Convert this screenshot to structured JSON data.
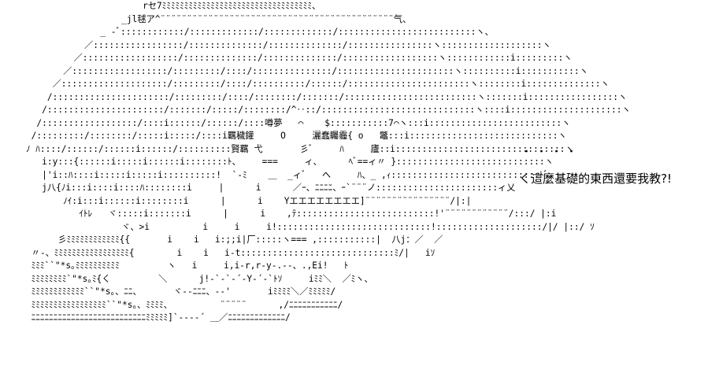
{
  "ascii_art": {
    "lines": [
      "                          rセ7ﾐﾐﾐﾐﾐﾐﾐﾐﾐﾐﾐﾐﾐﾐﾐﾐﾐﾐﾐﾐﾐﾐﾐﾐﾐﾐﾐﾐﾐﾐﾐﾐﾐﾐ、",
      "                      _jl毬ア^¨¨¨¨¨¨¨¨¨¨¨¨¨¨¨¨¨¨¨¨¨¨¨¨¨¨¨¨¨¨¨¨¨¨¨¨¨¨¨¨¨¨¨¨气、",
      "                  _ -ﾞ::::::::::::/:::::::::::::/:::::::::::::/::::::::::::::::::::::::::ヽ、",
      "               ／:::::::::::::::::/::::::::::::::/::::::::::::::/::::::::::::::::ヽ:::::::::::::::::::ヽ",
      "             ／::::::::::::::::::/::::::::::::::/::::::::::::::/::::::::::::::::::ヽ::::::::::::i:::::::::ヽ",
      "           ／::::::::::::::::::/:::::::::/::::/:::::::::::::::/::::::::::::::::::::::ヽ::::::::::i:::::::::::ヽ",
      "         ／::::::::::::::::::::/:::::::::/::::/::::::::::/::::::/:::::::::::::::::::::::ヽ::::::::i::::::::::::::ヽ",
      "        /::::::::::::::::::::::/:::::::::/::::/::::::::/:::::::/:::::::::::::::::::::::::ヽ:::::::i:::::::::::::::::ヽ",
      "       /::::::::::::::::::::::/:::::::/:::::/::::::::/^‥::/:::::::::::::::::::::::::::::ヽ::::i:::::::::::::::::::::ヽ",
      "      /::::::::::::::::::/::::i::::::/::::::/::::噂夢   ⌒    $:::::::::::7⌒ヽ:::i:::::::::::::::::::::::::ヽ",
      "     /:::::::::/::::::::/:::::i:::::/::::i羈穢鑵     O     灑蠢矚霾{ o   鼈:::i::::::::::::::::::::::::::::ヽ",
      "    ﾉ ﾊ::::/::::::/::::::i::::::/::::::::::賢羈 弋       彡ﾞ     ﾊ     廬::i::::::::::::::::::::::::::::::::ヽ",
      "       i:y:::{::::::i:::::i::::::i::::::::ﾄ、    ===     ィ、     ﾍﾞ==ィ〃 }::::::::::::::::::::::::::::ヽ",
      "       |'i::ﾊ::::i:::::i:::::i::::::::::!  `-ﾐ    ＿  _ィﾞ   ヘ     ﾊ、_ ,ｨ::::::::::::::::::::::::::::ﾄﾞ、",
      "       j八{ﾉi:::i::::i::::ﾊ::::::::i     |      i      ／ｰ、ﾆﾆﾆﾆ、ｰ`¨¨¨ノ:::::::::::::::::::::::ィ乂",
      "           ﾉｲ:i:::i::::::i::::::::i      |      i    Yエエエエエエエエ]¨¨¨¨¨¨¨¨¨¨¨¨¨¨¨¨/|:|",
      "              ｲﾄﾚ   ヾ:::::i:::::::i      |      i    ,ﾃ::::::::::::::::::::::::::!'¨¨¨¨¨¨¨¨¨¨¨¨/:::/ |:i",
      "                      ヾ、>i          i     i     i!:::::::::::::::::::::::::::::!::::::::::::::::::::/|/ |::/ ｿ",
      "          彡ﾐﾐﾐﾐﾐﾐﾐﾐﾐﾐﾐﾐ{{       i    i   i:;;i|厂:::::ヽ=== ,:::::::::::|  八j：／  ／",
      "     〃-、ﾐﾐﾐﾐﾐﾐﾐﾐﾐﾐﾐﾐﾐﾐﾐﾐﾐ{        i    i   i‐t:::::::::::::::::::::::::::::ﾐ/|   iｿ",
      "     ﾐﾐﾐ``\"*s｡ﾐﾐﾐﾐﾐﾐﾐﾐﾐﾐ         ヽ   i     i,i‐r,r‐y‐.‐‐、.,Ei!   ﾄ",
      "     ﾐﾐﾐﾐﾐﾐﾐﾐ`\"*s｡ﾐ{く         ＼      j!‐`‐`‐´‐Y‐´‐`ﾄｿ     iﾐﾐ＼  ／ﾐヽ、",
      "     ﾐﾐﾐﾐﾐﾐﾐﾐﾐﾐﾐﾐ``\"*s｡、ﾆﾆ、      ヾ‐‐ﾆﾆﾆ、‐‐'       iﾐﾐﾐﾐ＼／ﾐﾐﾐﾐﾐ/",
      "     ﾐﾐﾐﾐﾐﾐﾐﾐﾐﾐﾐﾐﾐﾐﾐﾐﾐ``\"*s｡、ﾐﾐﾐﾐ、         ¨¨¨¨¨      ,/ﾆﾆﾆﾆﾆﾆﾆﾆﾆﾆﾆ/",
      "     ﾆﾆﾆﾆﾆﾆﾆﾆﾆﾆﾆﾆﾆﾆﾆﾆﾆﾆﾆﾆﾆﾆﾆﾆﾆﾆﾐﾐﾐﾐﾐ]`‐‐‐‐´ ＿／ﾆﾆﾆﾆﾆﾆﾆﾆﾆﾆﾆﾆﾆ/"
    ]
  },
  "caption": {
    "dots": "・・・・",
    "text": "く這麼基礎的東西還要我教?!"
  }
}
